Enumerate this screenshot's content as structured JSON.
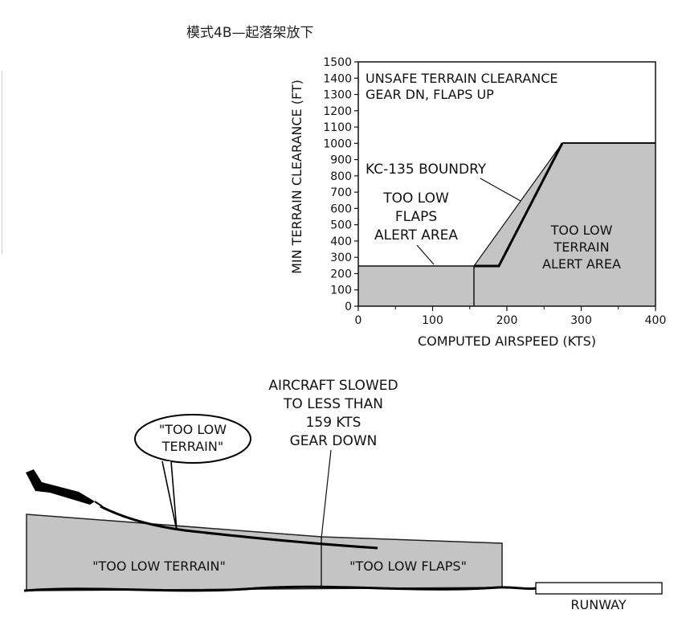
{
  "title": "模式4B—起落架放下",
  "chart": {
    "y_label": "MIN TERRAIN CLEARANCE (FT)",
    "x_label": "COMPUTED AIRSPEED (KTS)",
    "y_ticks": [
      "1500",
      "1400",
      "1300",
      "1200",
      "1100",
      "1000",
      "900",
      "800",
      "700",
      "600",
      "500",
      "400",
      "300",
      "200",
      "100",
      "0"
    ],
    "x_ticks": [
      "0",
      "100",
      "200",
      "300",
      "400"
    ],
    "header_line1": "UNSAFE TERRAIN CLEARANCE",
    "header_line2": "GEAR DN, FLAPS UP",
    "kc_label": "KC-135 BOUNDRY",
    "flaps_area": [
      "TOO LOW",
      "FLAPS",
      "ALERT AREA"
    ],
    "terrain_area": [
      "TOO LOW",
      "TERRAIN",
      "ALERT AREA"
    ]
  },
  "scene": {
    "callout": [
      "AIRCRAFT SLOWED",
      "TO LESS THAN",
      "159 KTS",
      "GEAR DOWN"
    ],
    "bubble": [
      "\"TOO LOW",
      "TERRAIN\""
    ],
    "zone_terrain": "\"TOO LOW TERRAIN\"",
    "zone_flaps": "\"TOO LOW FLAPS\"",
    "runway": "RUNWAY"
  }
}
